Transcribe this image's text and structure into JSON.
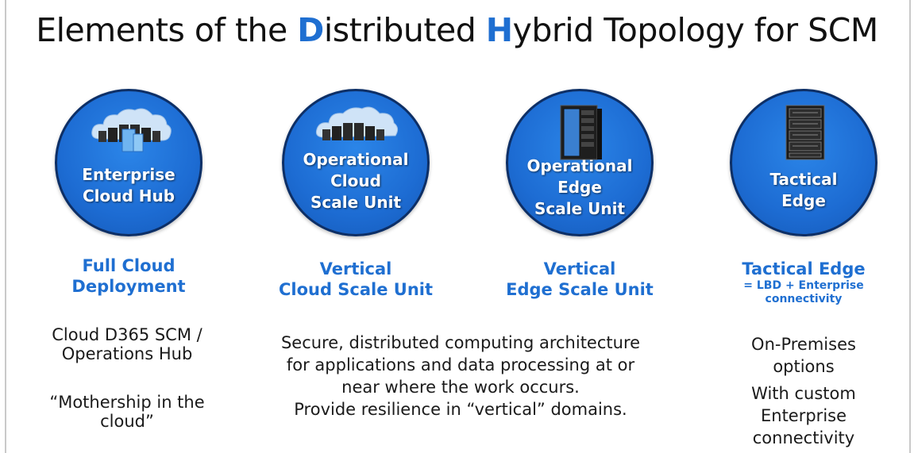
{
  "title": {
    "part1": "Elements of the ",
    "d": "D",
    "part2": "istributed ",
    "h": "H",
    "part3": "ybrid Topology for SCM"
  },
  "colors": {
    "accent": "#1f6fd1",
    "circle": "#1d6cd3",
    "circle_border": "#0d2f66"
  },
  "elements": [
    {
      "icon": "cloud-datacenter-icon",
      "circle_lines": [
        "Enterprise",
        "Cloud Hub"
      ],
      "subhead_lines": [
        "Full Cloud",
        "Deployment"
      ],
      "desc1_lines": [
        "Cloud D365 SCM /",
        "Operations Hub"
      ],
      "desc2_lines": [
        "“Mothership in the",
        "cloud”"
      ]
    },
    {
      "icon": "cloud-server-icon",
      "circle_lines": [
        "Operational",
        "Cloud",
        "Scale Unit"
      ],
      "subhead_lines": [
        "Vertical",
        "Cloud Scale Unit"
      ]
    },
    {
      "icon": "server-cabinet-icon",
      "circle_lines": [
        "Operational",
        "Edge",
        "Scale Unit"
      ],
      "subhead_lines": [
        "Vertical",
        "Edge Scale Unit"
      ]
    },
    {
      "icon": "server-rack-icon",
      "circle_lines": [
        "Tactical",
        "Edge"
      ],
      "subhead": "Tactical Edge",
      "subnote_lines": [
        "= LBD + Enterprise",
        "connectivity"
      ],
      "desc1_lines": [
        "On-Premises",
        "options"
      ],
      "desc2_lines": [
        "With custom",
        "Enterprise",
        "connectivity"
      ]
    }
  ],
  "shared_description_lines": [
    "Secure, distributed computing architecture",
    "for applications and data processing at or",
    "near where the work occurs.",
    "Provide resilience in “vertical” domains."
  ]
}
